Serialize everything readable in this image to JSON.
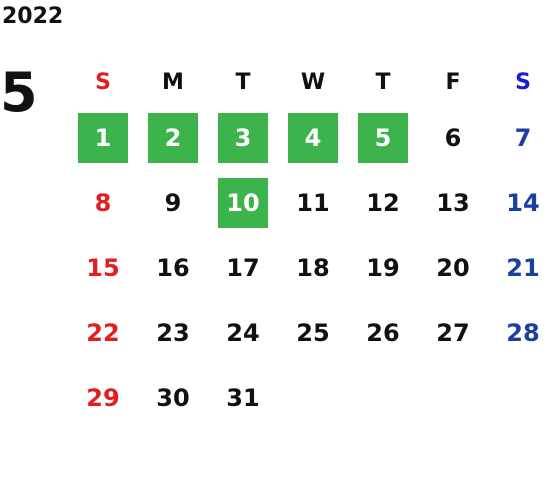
{
  "year": "2022",
  "month": "5",
  "weekdays": [
    "S",
    "M",
    "T",
    "W",
    "T",
    "F",
    "S"
  ],
  "weeks": [
    [
      {
        "day": "1",
        "highlight": true
      },
      {
        "day": "2",
        "highlight": true
      },
      {
        "day": "3",
        "highlight": true
      },
      {
        "day": "4",
        "highlight": true
      },
      {
        "day": "5",
        "highlight": true
      },
      {
        "day": "6",
        "highlight": false
      },
      {
        "day": "7",
        "highlight": false
      }
    ],
    [
      {
        "day": "8",
        "highlight": false
      },
      {
        "day": "9",
        "highlight": false
      },
      {
        "day": "10",
        "highlight": true
      },
      {
        "day": "11",
        "highlight": false
      },
      {
        "day": "12",
        "highlight": false
      },
      {
        "day": "13",
        "highlight": false
      },
      {
        "day": "14",
        "highlight": false
      }
    ],
    [
      {
        "day": "15",
        "highlight": false
      },
      {
        "day": "16",
        "highlight": false
      },
      {
        "day": "17",
        "highlight": false
      },
      {
        "day": "18",
        "highlight": false
      },
      {
        "day": "19",
        "highlight": false
      },
      {
        "day": "20",
        "highlight": false
      },
      {
        "day": "21",
        "highlight": false
      }
    ],
    [
      {
        "day": "22",
        "highlight": false
      },
      {
        "day": "23",
        "highlight": false
      },
      {
        "day": "24",
        "highlight": false
      },
      {
        "day": "25",
        "highlight": false
      },
      {
        "day": "26",
        "highlight": false
      },
      {
        "day": "27",
        "highlight": false
      },
      {
        "day": "28",
        "highlight": false
      }
    ],
    [
      {
        "day": "29",
        "highlight": false
      },
      {
        "day": "30",
        "highlight": false
      },
      {
        "day": "31",
        "highlight": false
      },
      {
        "day": "",
        "highlight": false
      },
      {
        "day": "",
        "highlight": false
      },
      {
        "day": "",
        "highlight": false
      },
      {
        "day": "",
        "highlight": false
      }
    ]
  ],
  "colors": {
    "sunday": "#e02020",
    "saturday": "#1a3fa0",
    "highlight": "#3cb44b",
    "highlight_text": "#ffffff",
    "text": "#111111"
  }
}
